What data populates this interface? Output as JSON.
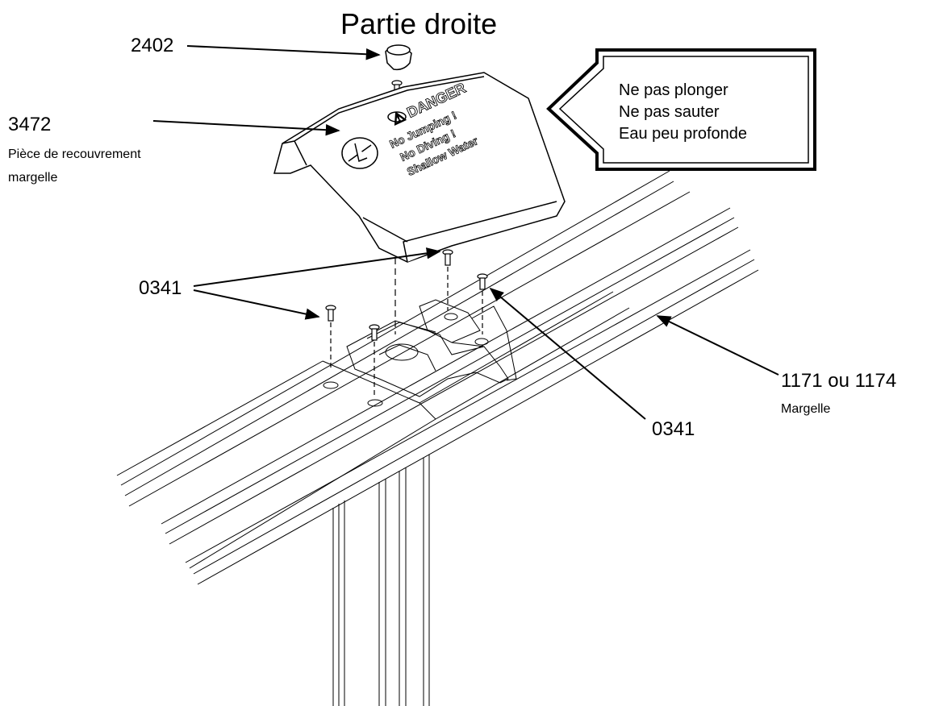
{
  "title": "Partie droite",
  "labels": {
    "cap_part": "2402",
    "cover_part": "3472",
    "cover_name_line1": "Pièce de recouvrement",
    "cover_name_line2": "margelle",
    "screw_left": "0341",
    "screw_right": "0341",
    "rail_part": "1171 ou 1174",
    "rail_name": "Margelle"
  },
  "callout": {
    "line1": "Ne pas plonger",
    "line2": "Ne pas sauter",
    "line3": "Eau peu profonde"
  },
  "cover_text": {
    "danger": "⚠ DANGER",
    "line1": "No Jumping !",
    "line2": "No Diving !",
    "line3": "Shallow Water"
  },
  "colors": {
    "ink": "#000000",
    "paper": "#ffffff"
  }
}
